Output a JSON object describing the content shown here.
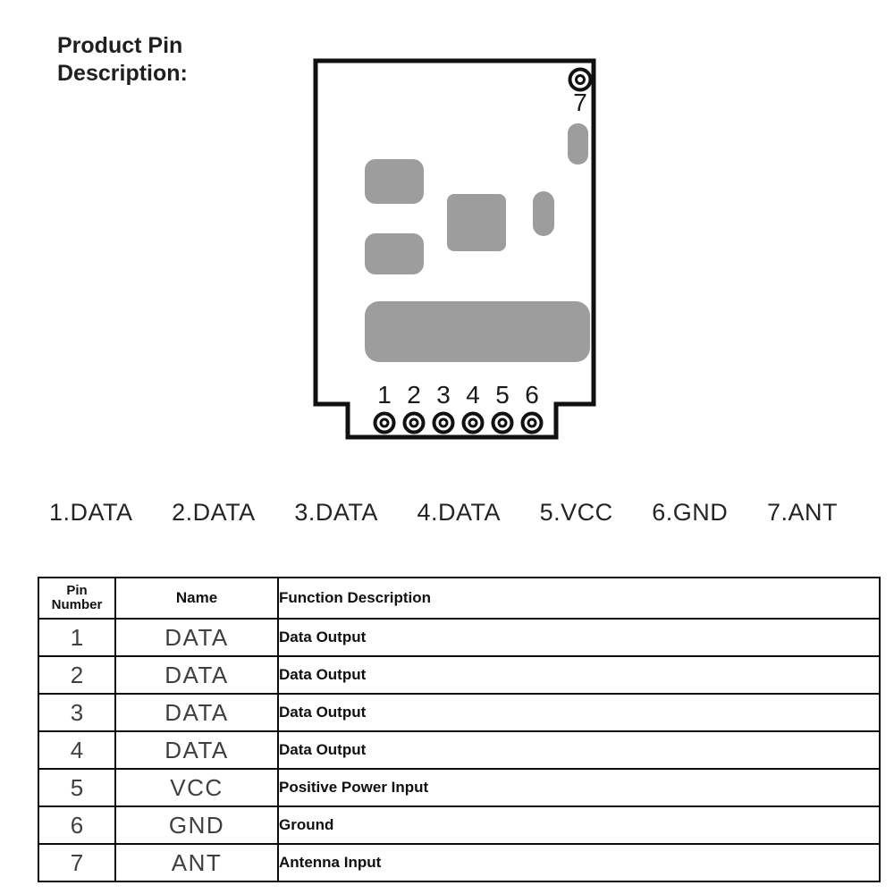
{
  "title": {
    "line1": "Product Pin",
    "line2": "Description:"
  },
  "diagram": {
    "component_color": "#9d9d9d",
    "outline_color": "#111111",
    "pin7_label": "7",
    "bottom_pin_numbers": [
      "1",
      "2",
      "3",
      "4",
      "5",
      "6"
    ]
  },
  "pin_labels_row": [
    "1.DATA",
    "2.DATA",
    "3.DATA",
    "4.DATA",
    "5.VCC",
    "6.GND",
    "7.ANT"
  ],
  "table": {
    "headers": [
      "Pin Number",
      "Name",
      "Function Description"
    ],
    "rows": [
      {
        "pin": "1",
        "name": "DATA",
        "function": "Data Output"
      },
      {
        "pin": "2",
        "name": "DATA",
        "function": "Data Output"
      },
      {
        "pin": "3",
        "name": "DATA",
        "function": "Data Output"
      },
      {
        "pin": "4",
        "name": "DATA",
        "function": "Data Output"
      },
      {
        "pin": "5",
        "name": "VCC",
        "function": "Positive Power Input"
      },
      {
        "pin": "6",
        "name": "GND",
        "function": "Ground"
      },
      {
        "pin": "7",
        "name": "ANT",
        "function": "Antenna Input"
      }
    ]
  }
}
